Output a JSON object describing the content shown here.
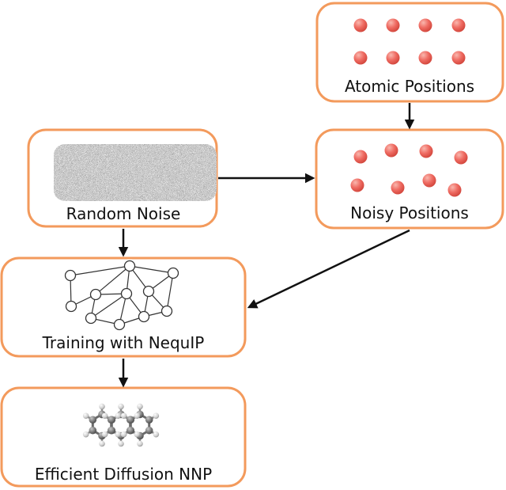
{
  "colors": {
    "box_border": "#f39a5c",
    "box_fill": "#ffffff",
    "atom": "#ef6b62",
    "atom_highlight": "#f9b7ae",
    "arrow": "#111111",
    "graph_node_fill": "#ffffff",
    "graph_stroke": "#333333",
    "carbon": "#7d7d7d",
    "hydrogen": "#cfcfcf"
  },
  "boxes": {
    "atomic_positions": {
      "label": "Atomic Positions",
      "icon": "ordered-atoms-grid"
    },
    "noisy_positions": {
      "label": "Noisy Positions",
      "icon": "scattered-atoms"
    },
    "random_noise": {
      "label": "Random Noise",
      "icon": "noise-texture"
    },
    "training": {
      "label": "Training with NequIP",
      "icon": "graph-network"
    },
    "efficient_nnp": {
      "label": "Efficient Diffusion NNP",
      "icon": "anthracene-molecule"
    }
  },
  "arrows": [
    {
      "from": "atomic_positions",
      "to": "noisy_positions"
    },
    {
      "from": "random_noise",
      "to": "noisy_positions"
    },
    {
      "from": "random_noise",
      "to": "training"
    },
    {
      "from": "noisy_positions",
      "to": "training"
    },
    {
      "from": "training",
      "to": "efficient_nnp"
    }
  ]
}
